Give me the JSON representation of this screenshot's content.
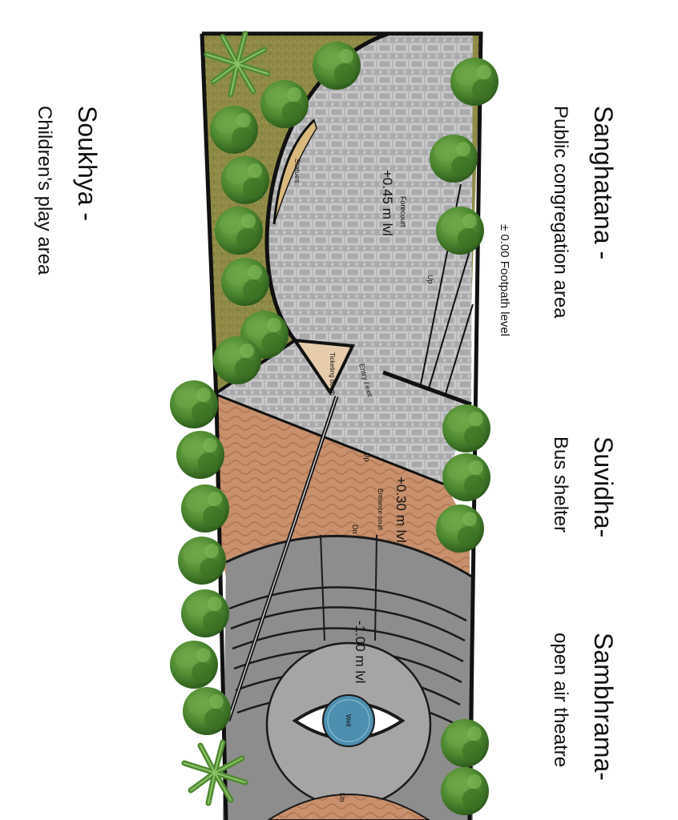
{
  "zones": {
    "sanghatana": {
      "title": "Sanghatana -",
      "subtitle": "Public congregation area"
    },
    "suvidha": {
      "title": "Suvidha-",
      "subtitle": "Bus shelter"
    },
    "sambhrama": {
      "title": "Sambhrama-",
      "subtitle": "open air theatre"
    },
    "soukhya": {
      "title": "Soukhya -",
      "subtitle": "Children's play area"
    }
  },
  "annotations": {
    "footpath": "± 0.00 Footpath level",
    "forecourt_label": "Forecourt",
    "forecourt_level": "+0.45 m lvl",
    "statues": "Statues",
    "up_1": "Up",
    "up_2": "Up",
    "entry_exit": "Entry / exit",
    "ticketing_booth": "Ticketing booth",
    "entrance_court_level": "+0.30 m lvl",
    "entrance_court_label": "Entrance court",
    "dn_1": "Dn",
    "dn_2": "Dn",
    "theatre_level": "-1.00 m lvl",
    "well": "Well"
  },
  "colors": {
    "paving_grey": "#a9a9ab",
    "paving_pattern": "#c9c9cb",
    "brick": "#c8906c",
    "brick_pattern": "#b27854",
    "grass": "#8e8a46",
    "statue_fill": "#d9b97c",
    "theatre_grey": "#8d8d8d",
    "stage_grey": "#a5a5a5",
    "water": "#4d8fae",
    "tree": "#4e8a31",
    "tree_dark": "#2f5e1d"
  }
}
